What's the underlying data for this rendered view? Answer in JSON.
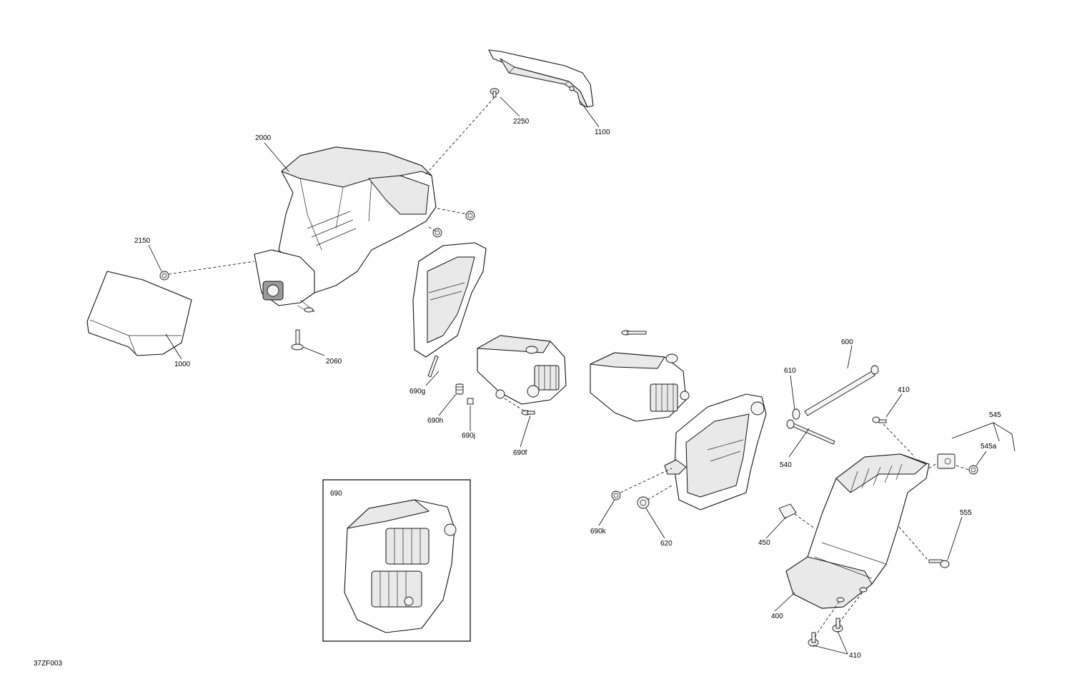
{
  "labels": {
    "l2250": "2250",
    "l1100": "1100",
    "l2000": "2000",
    "l2150": "2150",
    "l1000": "1000",
    "l2060": "2060",
    "l690g": "690g",
    "l690h": "690h",
    "l690j": "690j",
    "l690f": "690f",
    "l600": "600",
    "l610": "610",
    "l410a": "410",
    "l545": "545",
    "l545a": "545a",
    "l540": "540",
    "l555": "555",
    "l690k": "690k",
    "l620": "620",
    "l450": "450",
    "l400": "400",
    "l410b": "410",
    "l690": "690"
  },
  "figure_code": "37ZF003"
}
